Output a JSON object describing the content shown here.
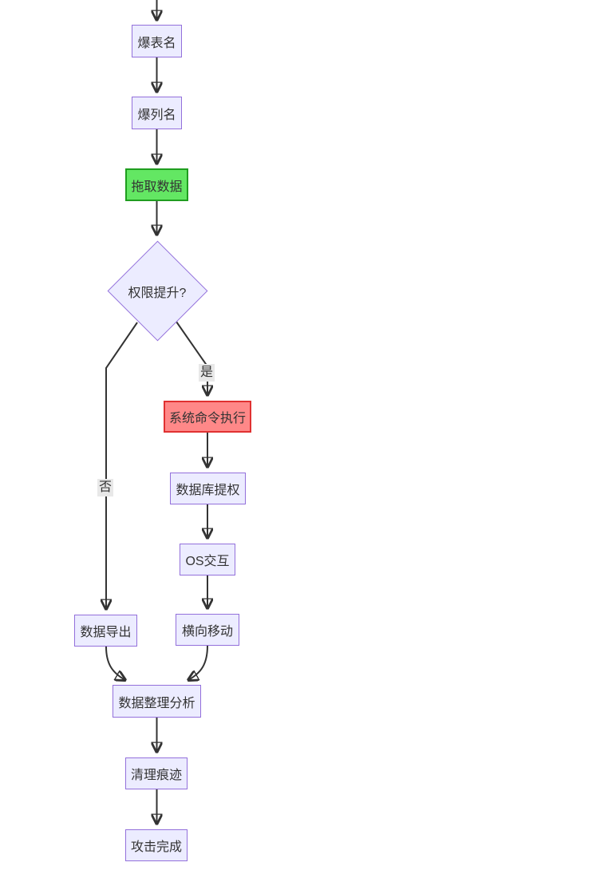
{
  "diagram": {
    "type": "flowchart",
    "direction": "top-down",
    "nodes": [
      {
        "id": "burst-table-name",
        "label": "爆表名",
        "shape": "rect",
        "variant": "default"
      },
      {
        "id": "burst-column-name",
        "label": "爆列名",
        "shape": "rect",
        "variant": "default"
      },
      {
        "id": "dump-data",
        "label": "拖取数据",
        "shape": "rect",
        "variant": "green"
      },
      {
        "id": "privilege-escalation-decision",
        "label": "权限提升?",
        "shape": "diamond",
        "variant": "default"
      },
      {
        "id": "system-command-execution",
        "label": "系统命令执行",
        "shape": "rect",
        "variant": "red"
      },
      {
        "id": "database-privilege-escalation",
        "label": "数据库提权",
        "shape": "rect",
        "variant": "default"
      },
      {
        "id": "os-interaction",
        "label": "OS交互",
        "shape": "rect",
        "variant": "default"
      },
      {
        "id": "lateral-movement",
        "label": "横向移动",
        "shape": "rect",
        "variant": "default"
      },
      {
        "id": "data-export",
        "label": "数据导出",
        "shape": "rect",
        "variant": "default"
      },
      {
        "id": "data-organize-analysis",
        "label": "数据整理分析",
        "shape": "rect",
        "variant": "default"
      },
      {
        "id": "clean-traces",
        "label": "清理痕迹",
        "shape": "rect",
        "variant": "default"
      },
      {
        "id": "attack-complete",
        "label": "攻击完成",
        "shape": "rect",
        "variant": "default"
      }
    ],
    "edge_labels": [
      {
        "id": "yes",
        "label": "是"
      },
      {
        "id": "no",
        "label": "否"
      }
    ],
    "colors": {
      "node_fill": "#ECECFF",
      "node_border": "#9370DB",
      "green_fill": "#63e763",
      "green_border": "#1f9d1f",
      "red_fill": "#ff8888",
      "red_border": "#e03131",
      "edge": "#333333",
      "text": "#333333",
      "edge_label_bg": "#e8e8e8",
      "background": "#ffffff"
    }
  }
}
